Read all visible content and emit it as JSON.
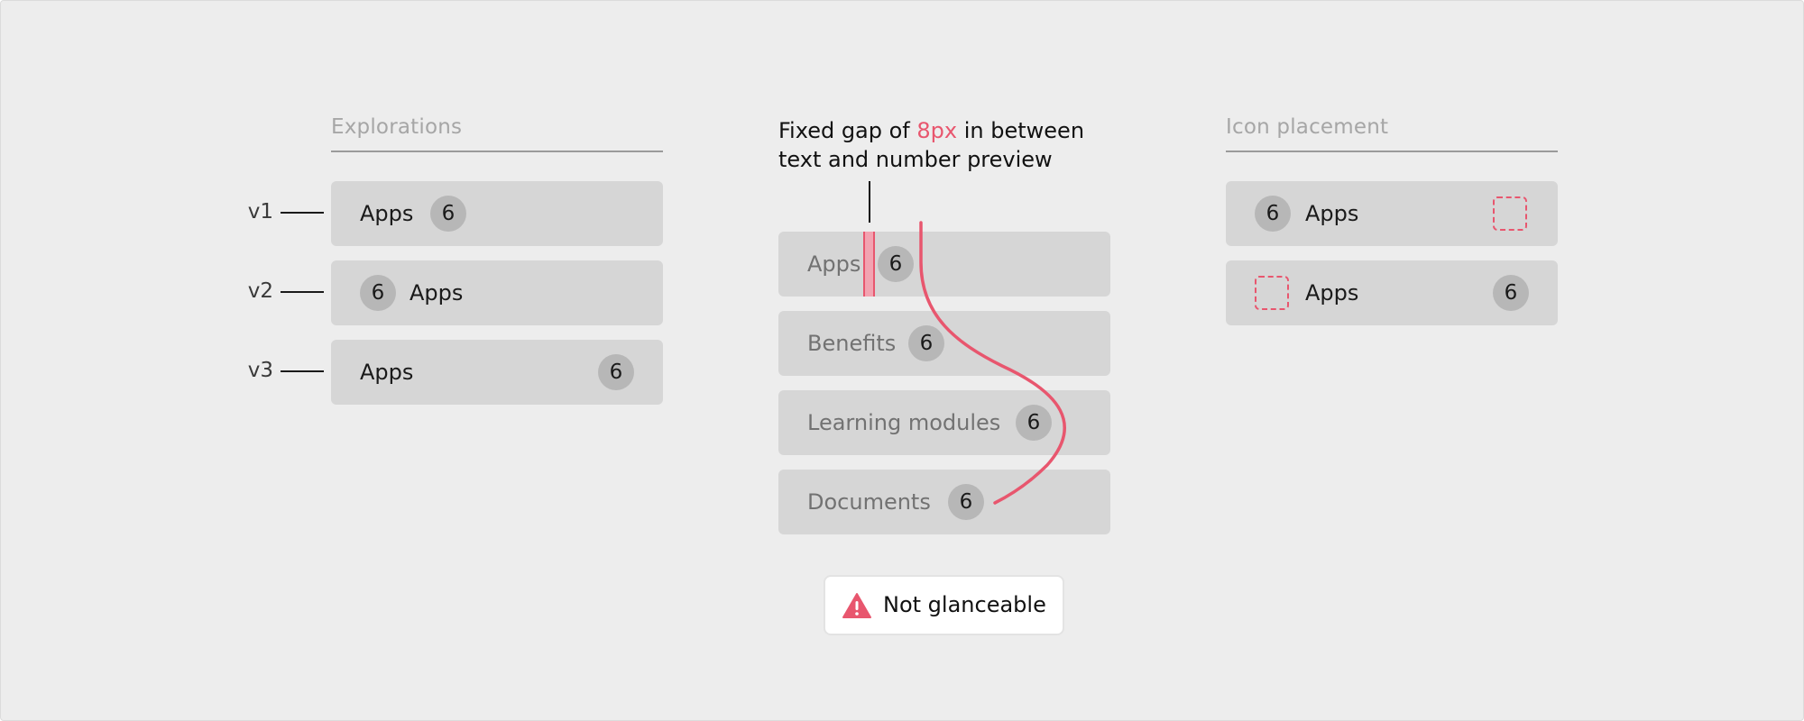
{
  "explorations": {
    "title": "Explorations",
    "variants": [
      {
        "label": "v1",
        "item_text": "Apps",
        "badge": "6"
      },
      {
        "label": "v2",
        "item_text": "Apps",
        "badge": "6"
      },
      {
        "label": "v3",
        "item_text": "Apps",
        "badge": "6"
      }
    ]
  },
  "gap_annotation": {
    "prefix": "Fixed gap of ",
    "highlight": "8px",
    "suffix": " in between",
    "line2": "text and number preview"
  },
  "examples": [
    {
      "text": "Apps",
      "badge": "6"
    },
    {
      "text": "Benefits",
      "badge": "6"
    },
    {
      "text": "Learning modules",
      "badge": "6"
    },
    {
      "text": "Documents",
      "badge": "6"
    }
  ],
  "warning": {
    "text": "Not glanceable",
    "icon": "warning-triangle-icon"
  },
  "icon_placement": {
    "title": "Icon placement",
    "items": [
      {
        "text": "Apps",
        "badge": "6",
        "icon": "placeholder-icon"
      },
      {
        "text": "Apps",
        "badge": "6",
        "icon": "placeholder-icon"
      }
    ]
  },
  "colors": {
    "accent": "#e8566e",
    "item_background": "#d6d6d6",
    "badge_background": "#b7b7b7",
    "canvas_background": "#ededed"
  }
}
